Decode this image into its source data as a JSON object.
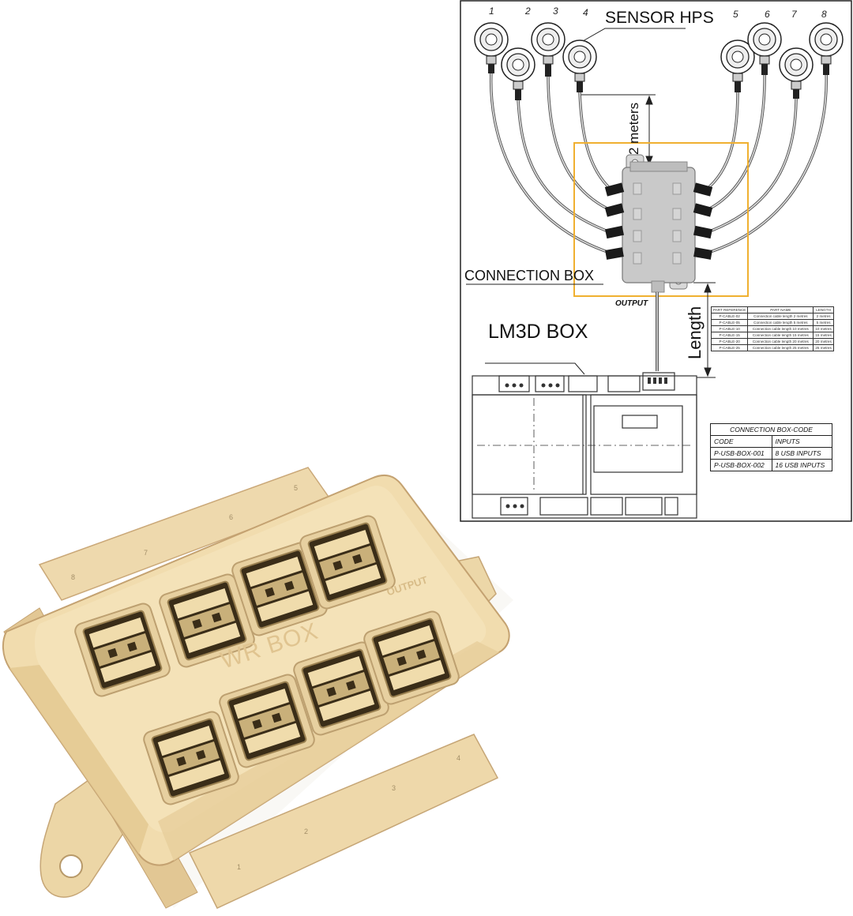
{
  "diagram": {
    "sensor_numbers": [
      "1",
      "2",
      "3",
      "4",
      "5",
      "6",
      "7",
      "8"
    ],
    "labels": {
      "sensor": "SENSOR HPS",
      "meters": "2 meters",
      "connection_box": "CONNECTION BOX",
      "output": "OUTPUT",
      "lm3d_box": "LM3D BOX",
      "length": "Length"
    },
    "reference_table": {
      "headers": [
        "PART REFERENCE",
        "PART NAME",
        "LENGTH"
      ],
      "rows": [
        [
          "P-CABLE-02",
          "Connection cable length 2 metres",
          "2 metres"
        ],
        [
          "P-CABLE-05",
          "Connection cable length 5 metres",
          "5 metres"
        ],
        [
          "P-CABLE-10",
          "Connection cable length 10 metres",
          "10 metres"
        ],
        [
          "P-CABLE-15",
          "Connection cable length 15 metres",
          "15 metres"
        ],
        [
          "P-CABLE-20",
          "Connection cable length 20 metres",
          "20 metres"
        ],
        [
          "P-CABLE-25",
          "Connection cable length 25 metres",
          "25 metres"
        ]
      ]
    },
    "code_table": {
      "title": "CONNECTION BOX-CODE",
      "headers": [
        "CODE",
        "INPUTS"
      ],
      "rows": [
        [
          "P-USB-BOX-001",
          "8 USB INPUTS"
        ],
        [
          "P-USB-BOX-002",
          "16 USB INPUTS"
        ]
      ]
    },
    "colors": {
      "highlight": "#f0b030",
      "box_grey": "#c8c8c8",
      "line": "#111111"
    }
  },
  "photo": {
    "embossed": {
      "brand": "WR BOX",
      "output": "OUTPUT",
      "port_numbers": [
        "1",
        "2",
        "3",
        "4",
        "5",
        "6",
        "7",
        "8"
      ]
    },
    "colors": {
      "plastic": "#efd9a8",
      "plastic_shadow": "#c9ad78",
      "port_gold": "#c9b07a"
    }
  }
}
